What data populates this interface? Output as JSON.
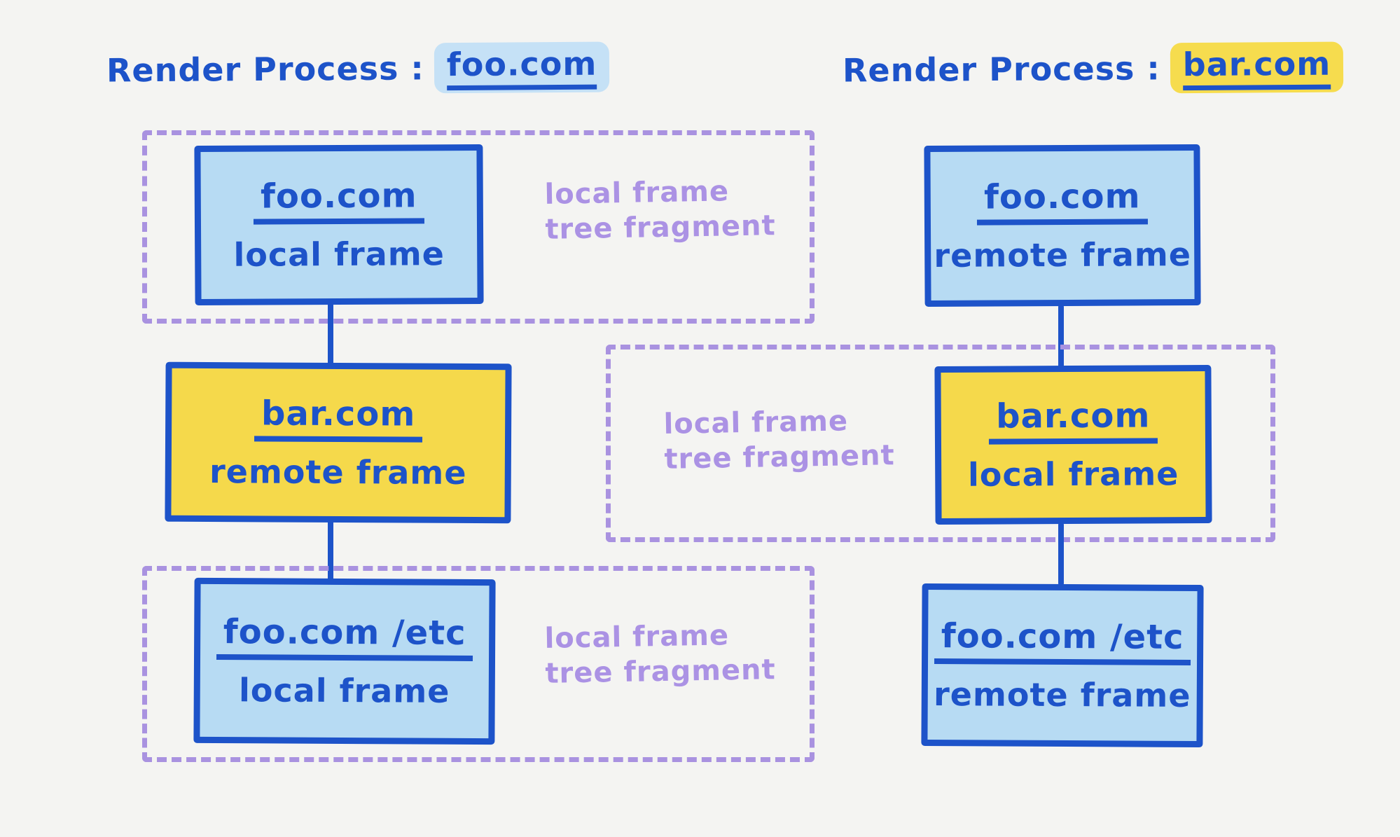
{
  "diagram": {
    "background_color": "#f4f4f2",
    "colors": {
      "ink_blue": "#1d53c9",
      "light_blue_fill": "#b7dbf3",
      "yellow_fill": "#f5d94b",
      "purple_dash": "#a992e0",
      "purple_text": "#ab92e4",
      "highlight_blue": "#c5e1f6",
      "highlight_yellow": "#f6dc4e"
    },
    "left_process": {
      "title_prefix": "Render Process :",
      "title_domain": "foo.com",
      "nodes": [
        {
          "domain": "foo.com",
          "frame_type": "local frame"
        },
        {
          "domain": "bar.com",
          "frame_type": "remote frame"
        },
        {
          "domain": "foo.com /etc",
          "frame_type": "local frame"
        }
      ],
      "fragment_labels": [
        {
          "line1": "local frame",
          "line2": "tree fragment"
        },
        {
          "line1": "local frame",
          "line2": "tree fragment"
        }
      ]
    },
    "right_process": {
      "title_prefix": "Render Process :",
      "title_domain": "bar.com",
      "nodes": [
        {
          "domain": "foo.com",
          "frame_type": "remote frame"
        },
        {
          "domain": "bar.com",
          "frame_type": "local frame"
        },
        {
          "domain": "foo.com /etc",
          "frame_type": "remote frame"
        }
      ],
      "fragment_labels": [
        {
          "line1": "local frame",
          "line2": "tree fragment"
        }
      ]
    }
  }
}
